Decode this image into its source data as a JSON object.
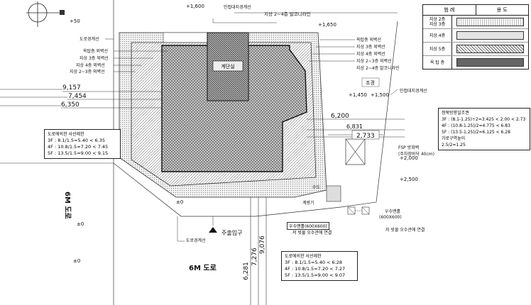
{
  "elevations": {
    "top": "+1,600",
    "north_mark": "+50",
    "upper_right": "+1,650",
    "mid_right": "+1,450",
    "right_edge": "+1,500",
    "right_lower": "+2,000",
    "bottom_left": "±0",
    "bottom_right": "+2,500",
    "far_left": "±0",
    "far_left_bottom": "±0"
  },
  "dimensions": {
    "d9157": "9,157",
    "d7454": "7,454",
    "d6350": "6,350",
    "d6200": "6,200",
    "d6831": "6,831",
    "d2733": "2,733",
    "d6281": "6,281",
    "d7276": "7,276",
    "d9076": "9,076"
  },
  "labels": {
    "boundary_top": "인접대지경계선",
    "balcony": "지상 2~4층 발코니라인",
    "road_boundary": "도로경계선",
    "wall_3f": "옥탑층 외벽선",
    "wall_4f": "지상 4층 외벽선",
    "wall_3f_b": "지상 3층 외벽선",
    "wall_2f": "지상 2~3층 외벽선",
    "left_wall_1": "옥탑층 외벽선",
    "left_wall_2": "지상 3층 외벽선",
    "left_wall_3": "지상 4층 외벽선",
    "left_wall_4": "지상 2~3층 외벽선",
    "right_wall_1": "옥탑층 외벽선",
    "right_wall_2": "지상 3층 외벽선",
    "right_wall_3": "지상 4층 외벽선",
    "right_wall_4": "지상 2~3층 외벽선",
    "right_balcony": "지상 2~4층 발코니라인",
    "tower": "계단실",
    "adjacent_right": "인접대지경계선",
    "garden": "조경",
    "fsp": "FSP 방화벽",
    "fsp_sub": "(주차장바닥 40cm)",
    "road_left": "6M 도로",
    "road_bottom": "6M 도로",
    "entrance": "주출입구",
    "road_boundary_bottom": "도로경계선",
    "gutter": "우수맨홀(600X600)",
    "gutter_right": "우수맨홀",
    "gutter_right_sub": "(600X600)",
    "sewer_note": "저 빗물 오수관에 연결",
    "sewer_note_right": "저 빗물 오수관에 연결",
    "water_meter": "수도",
    "meter": "계량기"
  },
  "note_left": {
    "title": "도로에의한 사선제한",
    "lines": [
      "3F : 8.1/1.5=5.40 < 6.35",
      "4F : 10.8/1.5=7.20 < 7.45",
      "5F : 13.5/1.5=9.00 < 9.15"
    ]
  },
  "note_bottom": {
    "title": "도로에의한 사선제한",
    "lines": [
      "3F : 8.1/1.5=5.40 < 6.28",
      "4F : 10.8/1.5=7.20 < 7.27",
      "5F : 13.5/1.5=9.00 < 9.07"
    ]
  },
  "note_right": {
    "title": "정북방향일조권",
    "lines": [
      "3F : (8.1-1.25)÷2=3.425 < 2.00 < 2.73",
      "4F : (10.8-1.25)/2=4.775 < 6.83",
      "5F : (13.5-1.25)/2=6.125 < 6.28"
    ],
    "sub_title": "가로구역높이",
    "sub_line": "2.5/2=1.25"
  },
  "legend": {
    "headers": [
      "범 례",
      "용 도"
    ],
    "rows": [
      {
        "label": "지상 2층",
        "label2": "지상 3층"
      },
      {
        "label": "지상 4층",
        "label2": ""
      },
      {
        "label": "지상 5층",
        "label2": ""
      },
      {
        "label": "옥 탑 층",
        "label2": ""
      }
    ]
  }
}
